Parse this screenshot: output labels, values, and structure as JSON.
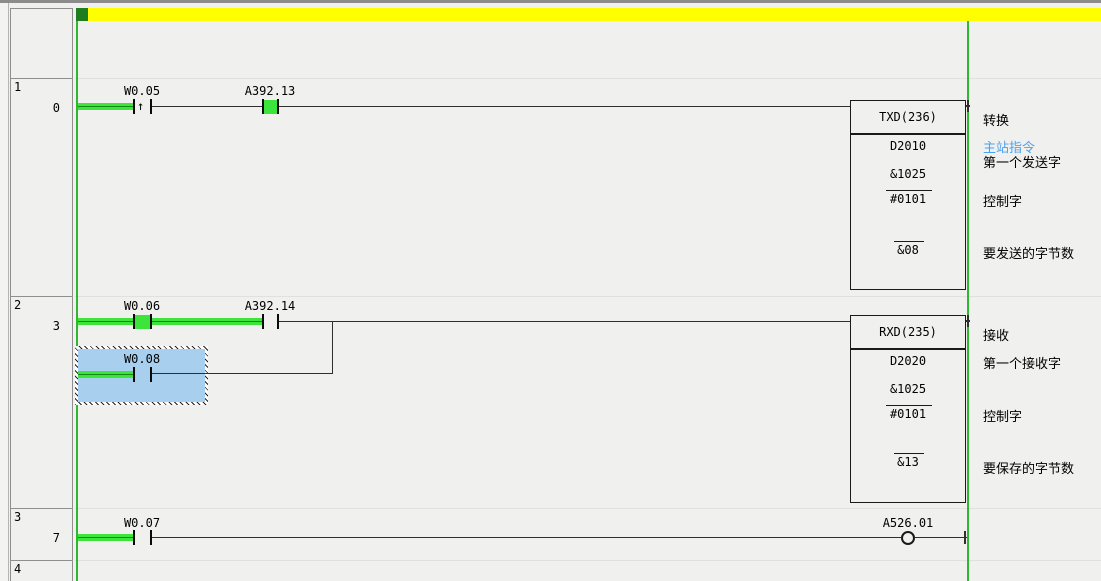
{
  "colors": {
    "energized_green": "#3ce43c",
    "rail_green": "#2eb82e",
    "marker_yellow": "#ffff00",
    "marker_dark_green": "#1e7d1e",
    "selection_blue": "#a9cfef",
    "comment_link_blue": "#4aa2f2"
  },
  "rungs": [
    {
      "number": "1",
      "step": "0",
      "contacts": {
        "c1": "W0.05",
        "c2": "A392.13"
      },
      "block": {
        "title": "TXD(236)",
        "op1": "D2010",
        "op1_value": "&1025",
        "op2": "#0101",
        "op3": "&08"
      },
      "comments": {
        "title": "转换",
        "link": "主站指令",
        "op1": "第一个发送字",
        "op2": "控制字",
        "op3": "要发送的字节数"
      }
    },
    {
      "number": "2",
      "step": "3",
      "contacts": {
        "c1": "W0.06",
        "c2": "A392.14",
        "branch": "W0.08"
      },
      "block": {
        "title": "RXD(235)",
        "op1": "D2020",
        "op1_value": "&1025",
        "op2": "#0101",
        "op3": "&13"
      },
      "comments": {
        "title": "接收",
        "op1": "第一个接收字",
        "op2": "控制字",
        "op3": "要保存的字节数"
      }
    },
    {
      "number": "3",
      "step": "7",
      "contacts": {
        "c1": "W0.07"
      },
      "coil": "A526.01"
    },
    {
      "number": "4"
    }
  ]
}
